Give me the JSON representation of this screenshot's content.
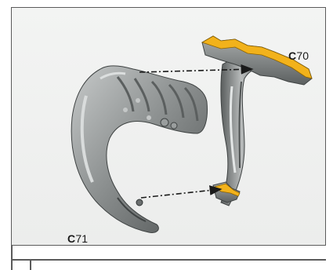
{
  "callouts": {
    "part_a": {
      "prefix": "C",
      "number": "70"
    },
    "part_b": {
      "prefix": "C",
      "number": "71"
    }
  },
  "colors": {
    "frame": "#5b5b5b",
    "background": "#eeefee",
    "part_metal": "#8d9090",
    "mating_surface": "#f2b21b",
    "arrow": "#1a1a1a"
  }
}
